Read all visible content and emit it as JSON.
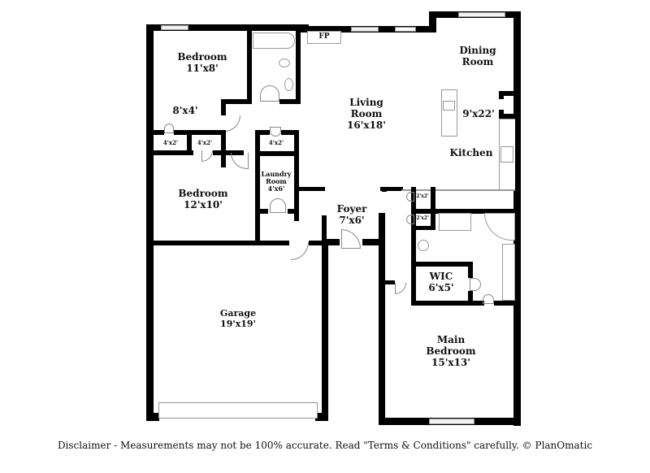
{
  "rooms": {
    "bedroom_1": {
      "name": "Bedroom",
      "size": "11'x8'"
    },
    "hall_closet_area": {
      "size": "8'x4'"
    },
    "closet_a": {
      "size": "4'x2'"
    },
    "closet_b": {
      "size": "4'x2'"
    },
    "closet_c": {
      "size": "4'x2'"
    },
    "bedroom_2": {
      "name": "Bedroom",
      "size": "12'x10'"
    },
    "laundry": {
      "name_line1": "Laundry",
      "name_line2": "Room",
      "size": "4'x6'"
    },
    "living_room": {
      "name_line1": "Living",
      "name_line2": "Room",
      "size": "16'x18'"
    },
    "fireplace": {
      "label": "FP"
    },
    "dining_room": {
      "name_line1": "Dining",
      "name_line2": "Room"
    },
    "kitchen_dining_size": {
      "size": "9'x22'"
    },
    "kitchen": {
      "name": "Kitchen"
    },
    "foyer": {
      "name": "Foyer",
      "size": "7'x6'"
    },
    "closet_d": {
      "size": "2'x2'"
    },
    "closet_e": {
      "size": "2'x2'"
    },
    "wic": {
      "name": "WIC",
      "size": "6'x5'"
    },
    "garage": {
      "name": "Garage",
      "size": "19'x19'"
    },
    "main_bedroom": {
      "name_line1": "Main",
      "name_line2": "Bedroom",
      "size": "15'x13'"
    }
  },
  "footer": {
    "disclaimer": "Disclaimer - Measurements may not be 100% accurate. Read \"Terms & Conditions\" carefully. © PlanOmatic"
  }
}
